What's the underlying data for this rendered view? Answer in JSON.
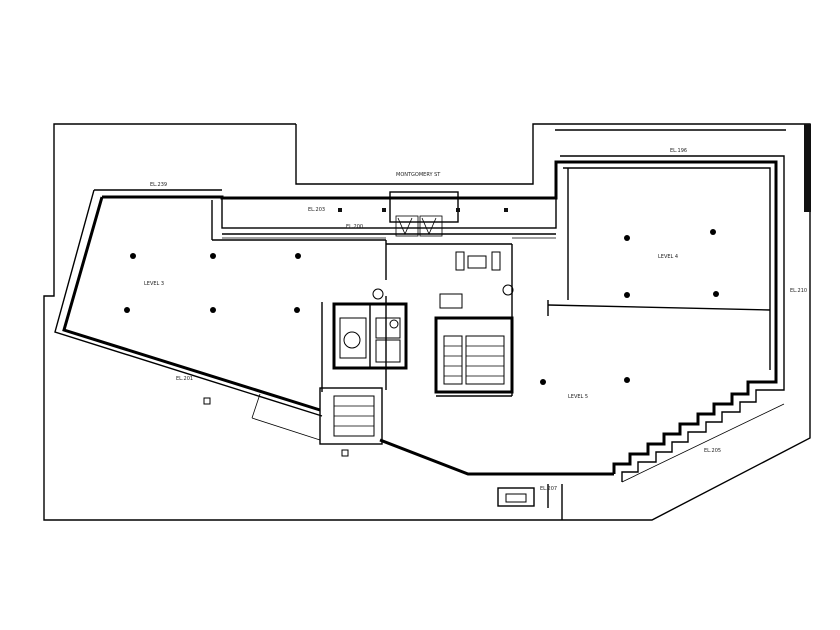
{
  "plan": {
    "entrance_label": "MONTGOMERY ST",
    "room_labels": {
      "left": "LEVEL 3",
      "right_top": "LEVEL 4",
      "right_bottom": "LEVEL 5"
    },
    "annotations": {
      "top_left_wall": "EL.239",
      "corridor": "EL.203",
      "corridor_small": "EL.200",
      "left_wall_bottom": "EL.201",
      "right_top_wall": "EL.196",
      "right_side": "EL.210",
      "bottom_right": "EL.205",
      "bottom_center": "EL.207"
    }
  }
}
